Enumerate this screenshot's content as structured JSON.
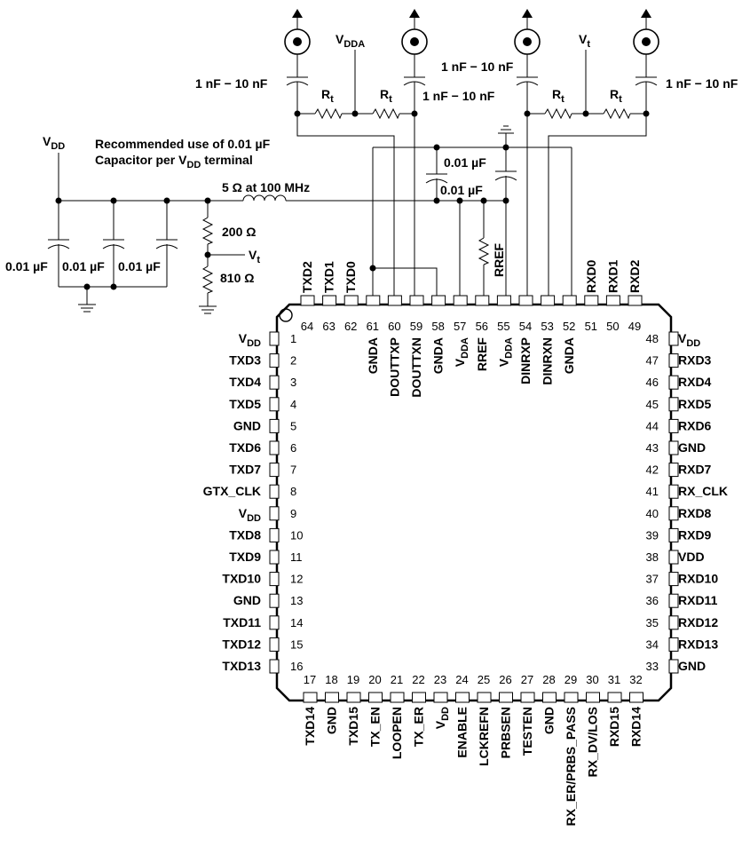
{
  "labels": {
    "vdda_top": "V",
    "vdda_top_sub": "DDA",
    "vt_top": "V",
    "vt_top_sub": "t",
    "cap_range_1": "1 nF − 10 nF",
    "cap_range_2": "1 nF − 10 nF",
    "cap_range_3": "1 nF − 10 nF",
    "cap_range_4": "1 nF − 10 nF",
    "rt": "R",
    "rt_sub": "t",
    "vdd_left": "V",
    "vdd_left_sub": "DD",
    "note_line1": "Recommended use of 0.01 µF",
    "note_line2_a": "Capacitor per V",
    "note_line2_sub": "DD",
    "note_line2_b": " terminal",
    "cap_001": "0.01 µF",
    "ferrite": "5 Ω at 100 MHz",
    "r200": "200 Ω",
    "r810": "810 Ω",
    "vt_mid": "V",
    "vt_mid_sub": "t",
    "rref": "RREF"
  },
  "pins": {
    "left": [
      {
        "num": "1",
        "name": "V",
        "sub": "DD"
      },
      {
        "num": "2",
        "name": "TXD3"
      },
      {
        "num": "3",
        "name": "TXD4"
      },
      {
        "num": "4",
        "name": "TXD5"
      },
      {
        "num": "5",
        "name": "GND"
      },
      {
        "num": "6",
        "name": "TXD6"
      },
      {
        "num": "7",
        "name": "TXD7"
      },
      {
        "num": "8",
        "name": "GTX_CLK"
      },
      {
        "num": "9",
        "name": "V",
        "sub": "DD"
      },
      {
        "num": "10",
        "name": "TXD8"
      },
      {
        "num": "11",
        "name": "TXD9"
      },
      {
        "num": "12",
        "name": "TXD10"
      },
      {
        "num": "13",
        "name": "GND"
      },
      {
        "num": "14",
        "name": "TXD11"
      },
      {
        "num": "15",
        "name": "TXD12"
      },
      {
        "num": "16",
        "name": "TXD13"
      }
    ],
    "right": [
      {
        "num": "48",
        "name": "V",
        "sub": "DD"
      },
      {
        "num": "47",
        "name": "RXD3"
      },
      {
        "num": "46",
        "name": "RXD4"
      },
      {
        "num": "45",
        "name": "RXD5"
      },
      {
        "num": "44",
        "name": "RXD6"
      },
      {
        "num": "43",
        "name": "GND"
      },
      {
        "num": "42",
        "name": "RXD7"
      },
      {
        "num": "41",
        "name": "RX_CLK"
      },
      {
        "num": "40",
        "name": "RXD8"
      },
      {
        "num": "39",
        "name": "RXD9"
      },
      {
        "num": "38",
        "name": "VDD"
      },
      {
        "num": "37",
        "name": "RXD10"
      },
      {
        "num": "36",
        "name": "RXD11"
      },
      {
        "num": "35",
        "name": "RXD12"
      },
      {
        "num": "34",
        "name": "RXD13"
      },
      {
        "num": "33",
        "name": "GND"
      }
    ],
    "top": [
      {
        "num": "64",
        "name": "",
        "ext": "TXD2"
      },
      {
        "num": "63",
        "name": "",
        "ext": "TXD1"
      },
      {
        "num": "62",
        "name": "",
        "ext": "TXD0"
      },
      {
        "num": "61",
        "name": "GNDA"
      },
      {
        "num": "60",
        "name": "DOUTTXP"
      },
      {
        "num": "59",
        "name": "DOUTTXN"
      },
      {
        "num": "58",
        "name": "GNDA"
      },
      {
        "num": "57",
        "name": "V",
        "sub": "DDA"
      },
      {
        "num": "56",
        "name": "RREF"
      },
      {
        "num": "55",
        "name": "V",
        "sub": "DDA"
      },
      {
        "num": "54",
        "name": "DINRXP"
      },
      {
        "num": "53",
        "name": "DINRXN"
      },
      {
        "num": "52",
        "name": "GNDA"
      },
      {
        "num": "51",
        "name": "",
        "ext": "RXD0"
      },
      {
        "num": "50",
        "name": "",
        "ext": "RXD1"
      },
      {
        "num": "49",
        "name": "",
        "ext": "RXD2"
      }
    ],
    "bottom": [
      {
        "num": "17",
        "name": "TXD14"
      },
      {
        "num": "18",
        "name": "GND"
      },
      {
        "num": "19",
        "name": "TXD15"
      },
      {
        "num": "20",
        "name": "TX_EN"
      },
      {
        "num": "21",
        "name": "LOOPEN"
      },
      {
        "num": "22",
        "name": "TX_ER"
      },
      {
        "num": "23",
        "name": "V",
        "sub": "DD"
      },
      {
        "num": "24",
        "name": "ENABLE"
      },
      {
        "num": "25",
        "name": "LCKREFN"
      },
      {
        "num": "26",
        "name": "PRBSEN"
      },
      {
        "num": "27",
        "name": "TESTEN"
      },
      {
        "num": "28",
        "name": "GND"
      },
      {
        "num": "29",
        "name": "RX_ER/PRBS_PASS"
      },
      {
        "num": "30",
        "name": "RX_DV/LOS"
      },
      {
        "num": "31",
        "name": "RXD15"
      },
      {
        "num": "32",
        "name": "RXD14"
      }
    ]
  }
}
